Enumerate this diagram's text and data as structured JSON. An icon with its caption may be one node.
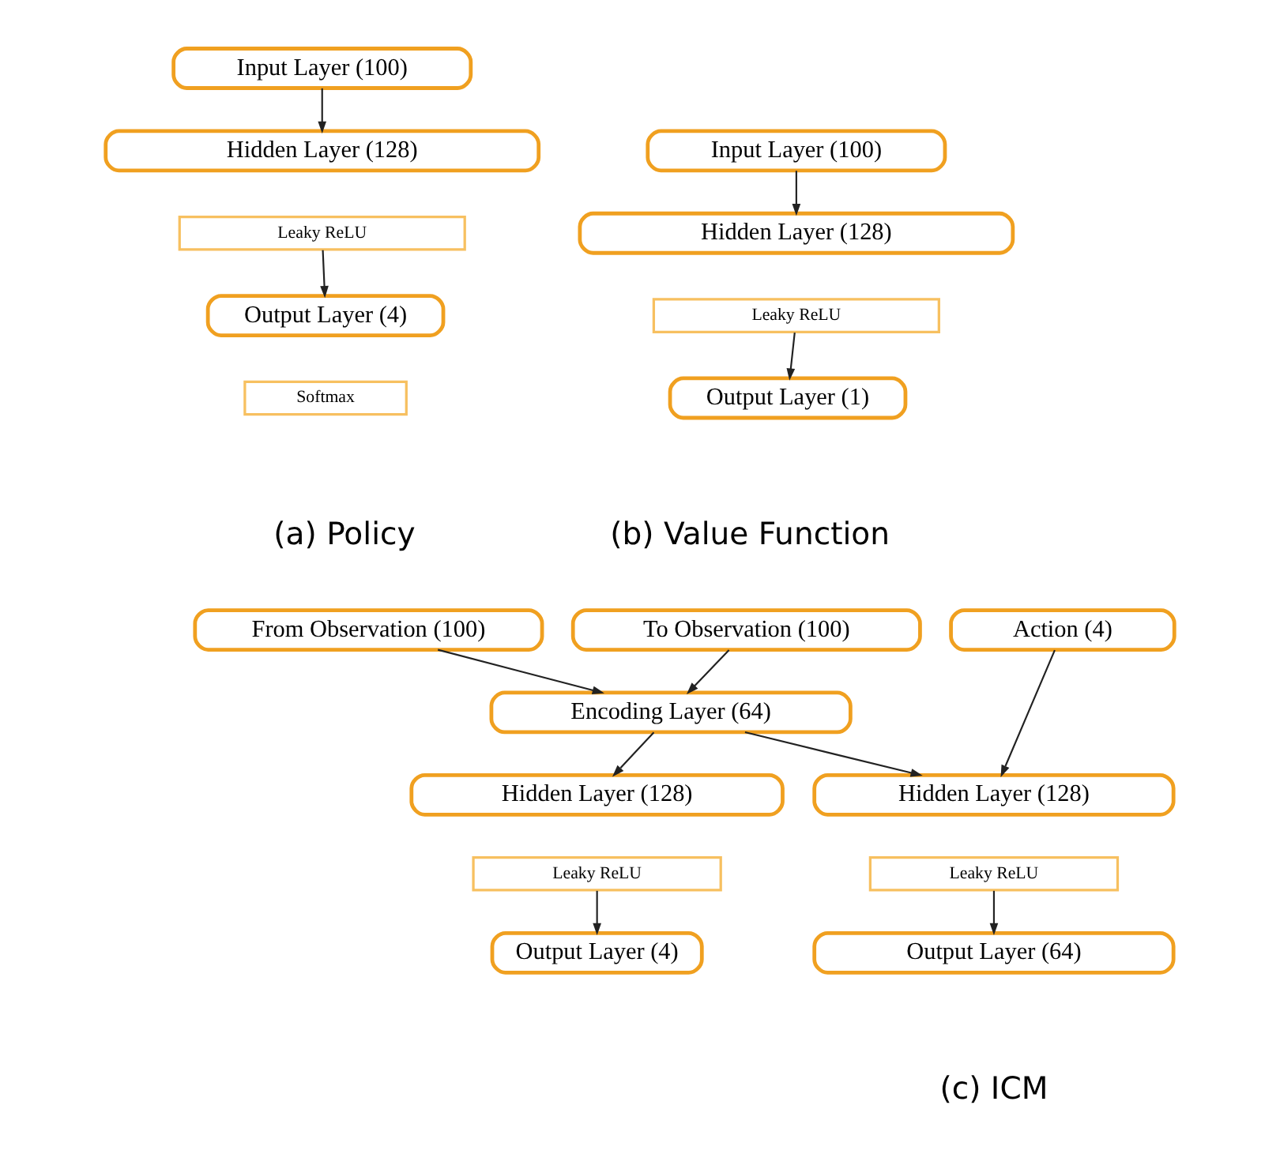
{
  "diagram": {
    "nodes": [
      {
        "text": [
          "Input Layer (100)"
        ]
      },
      {
        "text": [
          "Hidden Layer (128)"
        ]
      },
      {
        "text": [
          "Leaky ReLU"
        ]
      },
      {
        "text": [
          "Output Layer (4)"
        ]
      },
      {
        "text": [
          "Softmax"
        ]
      },
      {
        "text": [
          "Input Layer (100)"
        ]
      },
      {
        "text": [
          "Hidden Layer (128)"
        ]
      },
      {
        "text": [
          "Leaky ReLU"
        ]
      },
      {
        "text": [
          "Output Layer (1)"
        ]
      },
      {
        "text": [
          "Action (4)"
        ]
      },
      {
        "text": [
          "From Observation (100)"
        ]
      },
      {
        "text": [
          "To Observation (100)"
        ]
      },
      {
        "text": [
          "Encoding Layer (64)"
        ]
      },
      {
        "text": [
          "Hidden Layer (128)"
        ]
      },
      {
        "text": [
          "Leaky ReLU"
        ]
      },
      {
        "text": [
          "Hidden Layer (128)"
        ]
      },
      {
        "text": [
          "Leaky ReLU"
        ]
      },
      {
        "text": [
          "Output Layer (64)"
        ]
      },
      {
        "text": [
          "Output Layer (4)"
        ]
      }
    ],
    "edges": [
      {
        "from": 0,
        "to": 1,
        "arrow": "to"
      },
      {
        "from": 2,
        "to": 3,
        "arrow": "to"
      },
      {
        "from": 5,
        "to": 6,
        "arrow": "to"
      },
      {
        "from": 7,
        "to": 8,
        "arrow": "to"
      },
      {
        "from": 10,
        "to": 12,
        "arrow": "to"
      },
      {
        "from": 11,
        "to": 12,
        "arrow": "to"
      },
      {
        "from": 9,
        "to": 13,
        "arrow": "to"
      },
      {
        "from": 12,
        "to": 13,
        "arrow": "to"
      },
      {
        "from": 12,
        "to": 15,
        "arrow": "to"
      },
      {
        "from": 14,
        "to": 17,
        "arrow": "to"
      },
      {
        "from": 16,
        "to": 18,
        "arrow": "to"
      }
    ],
    "labels": [
      "(a) Policy",
      "(b) Value Function",
      "(c) ICM"
    ]
  }
}
